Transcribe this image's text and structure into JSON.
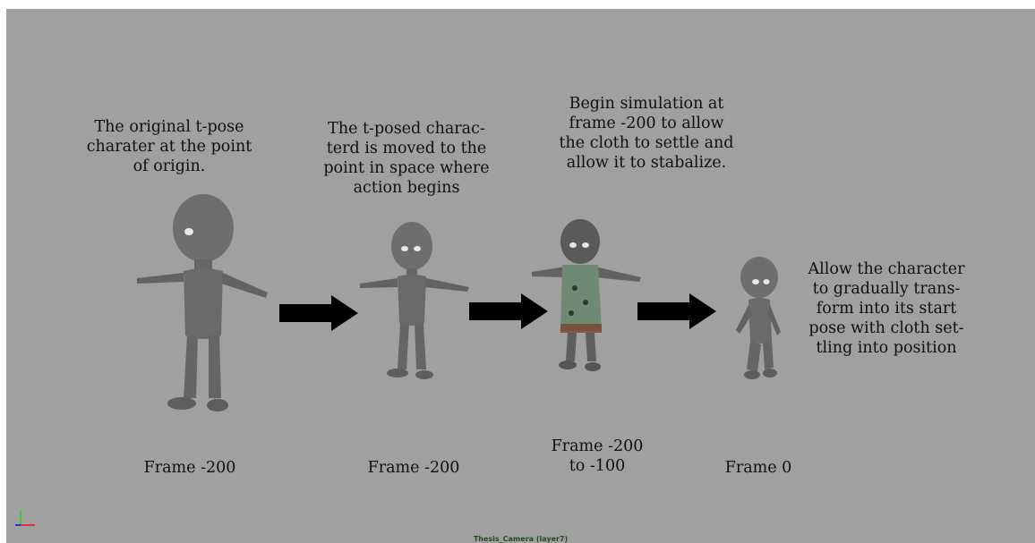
{
  "captions": [
    "The original t-pose\ncharater at the point\nof origin.",
    "The t-posed charac-\nterd is moved to the\npoint in space where\naction begins",
    "Begin simulation at\nframe -200 to allow\nthe cloth to settle and\nallow it to stabalize.",
    "Allow the character\nto gradually trans-\nform into its start\npose with cloth set-\ntling into position"
  ],
  "frame_labels": [
    "Frame -200",
    "Frame -200",
    "Frame -200\nto -100",
    "Frame 0"
  ],
  "camera_label": "Thesis_Camera (layer7)",
  "colors": {
    "viewport_bg": "#a0a0a0",
    "character_skin": "#6e6e6e",
    "cloth": "#6f8a72",
    "arrow": "#000000"
  }
}
